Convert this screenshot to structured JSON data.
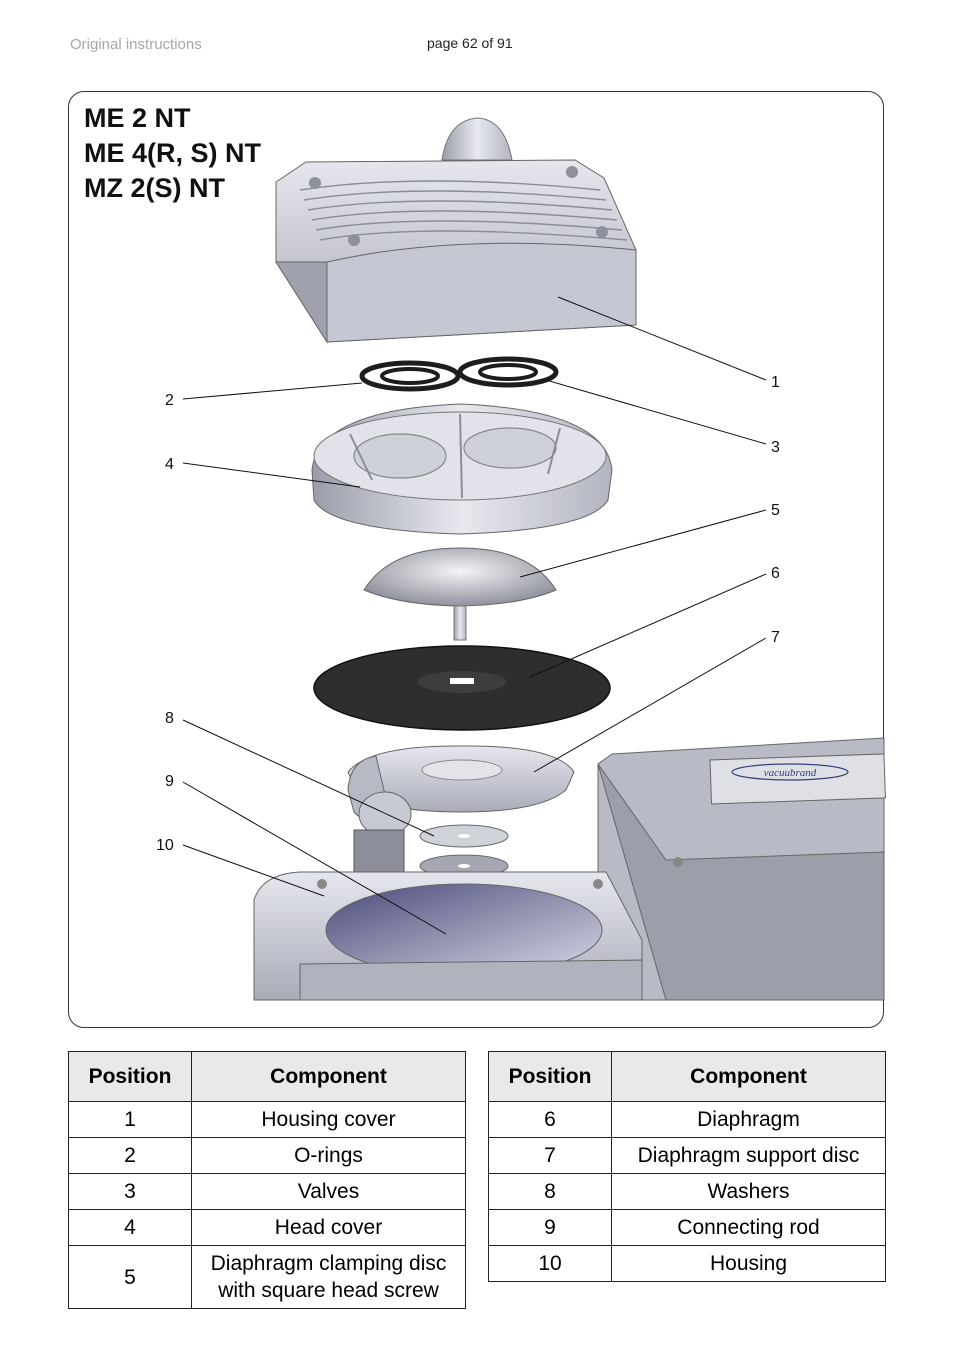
{
  "header": {
    "left": "Original instructions",
    "page": "page 62 of 91"
  },
  "figure": {
    "models": [
      "ME 2 NT",
      "ME 4(R, S) NT",
      "MZ 2(S) NT"
    ],
    "callouts": {
      "c1": "1",
      "c2": "2",
      "c3": "3",
      "c4": "4",
      "c5": "5",
      "c6": "6",
      "c7": "7",
      "c8": "8",
      "c9": "9",
      "c10": "10"
    },
    "brand_plate": "vacuubrand"
  },
  "tables": {
    "left": {
      "headers": [
        "Position",
        "Component"
      ],
      "rows": [
        {
          "pos": "1",
          "comp": "Housing cover"
        },
        {
          "pos": "2",
          "comp": "O-rings"
        },
        {
          "pos": "3",
          "comp": "Valves"
        },
        {
          "pos": "4",
          "comp": "Head cover"
        },
        {
          "pos": "5",
          "comp_line1": "Diaphragm clamping disc",
          "comp_line2": "with square head screw"
        }
      ]
    },
    "right": {
      "headers": [
        "Position",
        "Component"
      ],
      "rows": [
        {
          "pos": "6",
          "comp": "Diaphragm"
        },
        {
          "pos": "7",
          "comp": "Diaphragm support disc"
        },
        {
          "pos": "8",
          "comp": "Washers"
        },
        {
          "pos": "9",
          "comp": "Connecting rod"
        },
        {
          "pos": "10",
          "comp": "Housing"
        }
      ]
    }
  },
  "colors": {
    "metal_light": "#d4d6de",
    "metal_dark": "#9ea1ad",
    "diaphragm": "#2e2e30",
    "outline": "#555555"
  }
}
